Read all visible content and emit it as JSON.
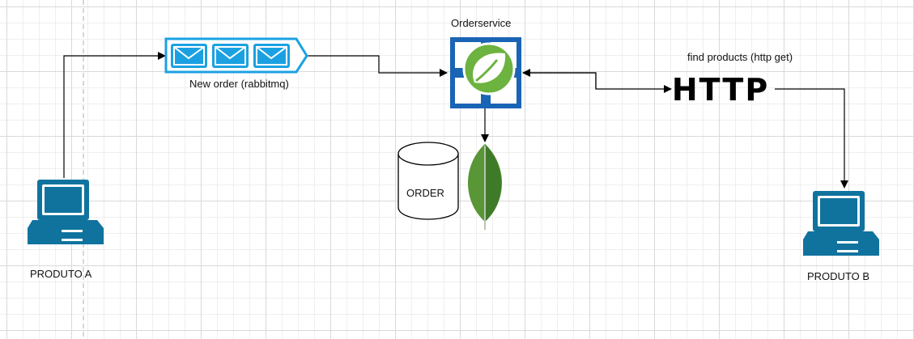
{
  "labels": {
    "produto_a": "PRODUTO A",
    "produto_b": "PRODUTO B",
    "queue": "New order (rabbitmq)",
    "service": "Orderservice",
    "http_caption": "find products (http get)",
    "http_text": "HTTP",
    "db": "ORDER"
  },
  "icons": {
    "produto_a": "computer-icon",
    "produto_b": "computer-icon",
    "queue": "message-queue-icon",
    "service": "spring-service-icon",
    "http": "http-logo",
    "db": "database-cylinder-icon",
    "mongo": "mongodb-leaf-icon"
  },
  "colors": {
    "computer": "#10739e",
    "queue": "#1ba1e2",
    "service": "#1a64b5",
    "spring": "#6cb33f",
    "mongo": "#589636",
    "edge": "#000000"
  }
}
